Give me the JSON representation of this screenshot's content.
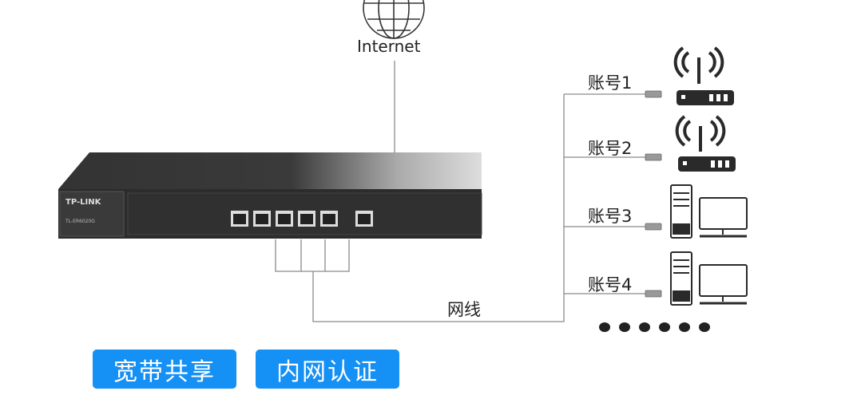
{
  "internet": {
    "label": "Internet",
    "icon": "globe-icon"
  },
  "router": {
    "brand": "TP-LINK",
    "model": "TL-ER6020G"
  },
  "cable_label": "网线",
  "accounts": [
    {
      "label": "账号1",
      "device": "wireless-router"
    },
    {
      "label": "账号2",
      "device": "wireless-router"
    },
    {
      "label": "账号3",
      "device": "desktop-pc"
    },
    {
      "label": "账号4",
      "device": "desktop-pc"
    }
  ],
  "more_count": 6,
  "buttons": [
    {
      "label": "宽带共享"
    },
    {
      "label": "内网认证"
    }
  ],
  "colors": {
    "button": "#1590f5",
    "line": "#888888",
    "device": "#2a2a2a"
  }
}
